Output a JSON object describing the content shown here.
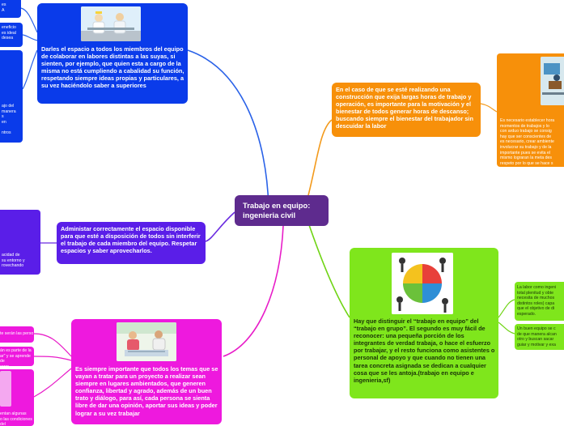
{
  "colors": {
    "center": "#5e2b8e",
    "blue": "#0a3bea",
    "purple": "#5a1ee8",
    "magenta": "#ee19de",
    "orange": "#f7900a",
    "green": "#7fe61c"
  },
  "center": {
    "title": "Trabajo en equipo:\ningenieria civil"
  },
  "branches": {
    "blue": {
      "text": "Darles el espacio a todos los miembros del equipo de colaborar en labores distintas a las suyas, si sienten, por ejemplo, que quien esta a cargo de la misma no está cumpliendo a cabalidad su función, respetando siempre ideas propias y particulares, a su vez haciéndolo saber a superiores",
      "image_icon": "engineers-photo-icon"
    },
    "purple": {
      "text": "Administar correctamente el espacio disponible para que esté a disposición de todos sin interferir el trabajo de cada miembro del equipo. Respetar espacios y saber aprovecharlos."
    },
    "magenta": {
      "text": "Es siempre importante que todos los temas que se vayan a tratar para un proyecto a realizar sean siempre en lugares ambientados, que generen confianza, libertad y agrado, además de un buen trato y diálogo, para así, cada persona se sienta libre de dar una opinión, aportar sus ideas y poder lograr a su vez trabajar",
      "image_icon": "team-meeting-photo-icon"
    },
    "orange": {
      "text": "En  el caso de que se esté realizando una construcción que exija largas horas de trabajo y operación, es importante para la motivación y el bienestar de todos  generar horas de descanso; buscando siempre el bienestar del trabajador sin descuidar la labor"
    },
    "green": {
      "text": "Hay que distinguir el “trabajo en equipo” del “trabajo en grupo”. El segundo es muy fácil de reconocer: una pequeña porción de los integrantes de verdad trabaja, o hace el esfuerzo por trabajar, y el resto funciona como asistentes o personal de apoyo y que cuando no tienen una tarea concreta asignada se dedican a cualquier cosa que se les antoja.(trabajo en equipo e ingenieria,sf)",
      "image_icon": "puzzle-teamwork-icon"
    }
  },
  "leaves": {
    "blue_1": "es\nA",
    "blue_2": "eneficio\nes ideal\ndesea",
    "blue_3": "ajo del\nmanera\ns\nen\n\nntros",
    "purple_1": "acidad de\nsu entorno y\nrovechando",
    "magenta_1": "te serán las personas",
    "magenta_2": "án es parte de la\nar\" y se aprende de\nerror.",
    "magenta_3": "entan algunas\no las condiciones del",
    "orange_1": "Es necesario establecer hora\nmomentos de trabajos y lo\ncon arduo trabajo se consig\nhay que ser conscientes de\nes necesario, crear ambiente\ninvolucrar su trabajo y de la\nimportante pues se evita el \nmismo lograran la meta des\nrespeto por lo que se hace s",
    "green_1": "La labor como ingeni\ntotal plenitud y obte\nnecesita de muchos\ndistintos roles) capa\nque el objetivo de di\nesperado.",
    "green_2": "Un buen equipo se c\nde que manera alcan\notro y buscan sacar\nguiar y motivar y exa"
  }
}
